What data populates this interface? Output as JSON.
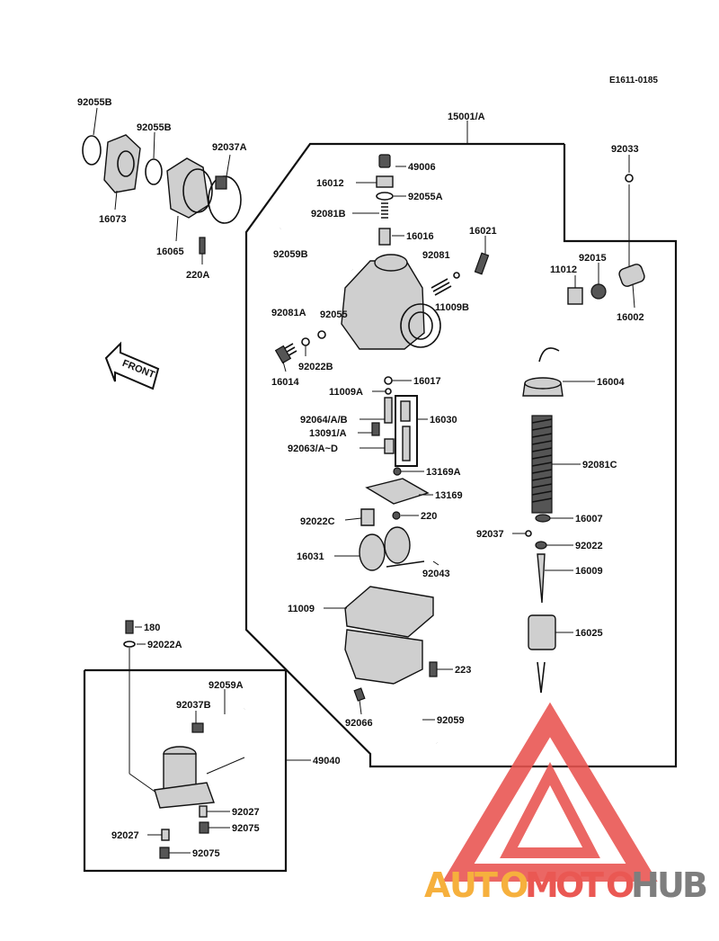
{
  "diagram": {
    "reference_code": "E1611-0185",
    "front_label": "FRONT",
    "labels": {
      "p92055B_a": "92055B",
      "p92055B_b": "92055B",
      "p92037A": "92037A",
      "p16073": "16073",
      "p16065": "16065",
      "p220A": "220A",
      "p15001A": "15001/A",
      "p92033": "92033",
      "p49006": "49006",
      "p16012": "16012",
      "p92055A": "92055A",
      "p92081B": "92081B",
      "p16016": "16016",
      "p92059B": "92059B",
      "p16021": "16021",
      "p92081": "92081",
      "p11009B": "11009B",
      "p11012": "11012",
      "p92015": "92015",
      "p16002": "16002",
      "p92081A": "92081A",
      "p92055": "92055",
      "p92022B": "92022B",
      "p16014": "16014",
      "p16004": "16004",
      "p16017": "16017",
      "p11009A": "11009A",
      "p92064": "92064/A/B",
      "p16030": "16030",
      "p13091": "13091/A",
      "p92063": "92063/A~D",
      "p13169A": "13169A",
      "p13169": "13169",
      "p92081C": "92081C",
      "p92022C": "92022C",
      "p220": "220",
      "p16007": "16007",
      "p92037": "92037",
      "p92022": "92022",
      "p16031": "16031",
      "p92043": "92043",
      "p16009": "16009",
      "p11009": "11009",
      "p180": "180",
      "p92022A": "92022A",
      "p16025": "16025",
      "p223": "223",
      "p92066": "92066",
      "p92059": "92059",
      "p92059A": "92059A",
      "p92037B": "92037B",
      "p49040": "49040",
      "p92027_r": "92027",
      "p92027_l": "92027",
      "p92075_r": "92075",
      "p92075_b": "92075"
    }
  },
  "watermark": {
    "letters": [
      "A",
      "U",
      "T",
      "O",
      "M",
      "O",
      "T",
      "O",
      "H",
      "U",
      "B"
    ],
    "colors": {
      "orange": "#f5a623",
      "red": "#e8413c",
      "gray": "#6d6d6d",
      "triangle": "#e9534f"
    }
  }
}
